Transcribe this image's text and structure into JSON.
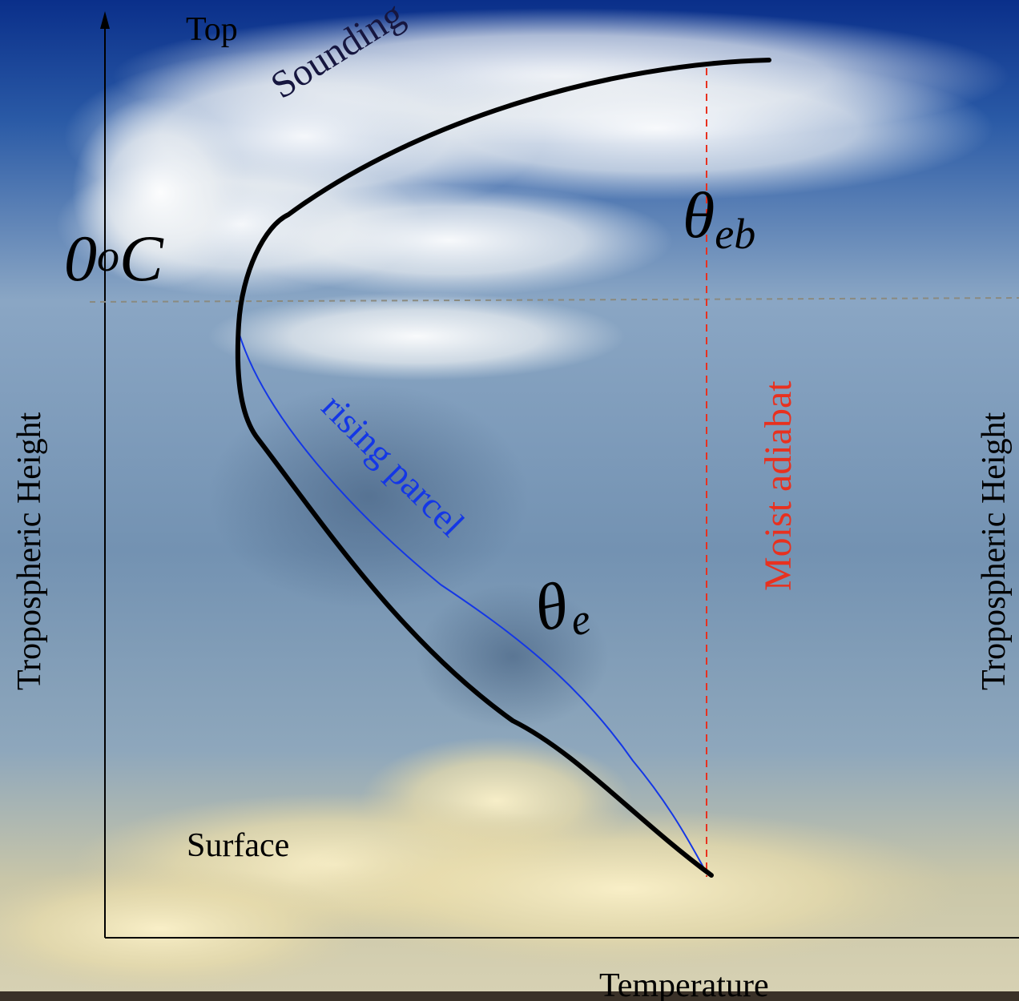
{
  "diagram": {
    "top_label": "Top",
    "surface_label": "Surface",
    "x_axis_label": "Temperature",
    "y_axis_label_left": "Tropospheric Height",
    "y_axis_label_right": "Tropospheric Height",
    "freezing_level_label": {
      "base": "0",
      "sup": "o",
      "tail": "C"
    },
    "sounding_label": "Sounding",
    "rising_parcel_label": "rising parcel",
    "moist_adiabat_label": "Moist adiabat",
    "theta_eb_label": {
      "base": "θ",
      "sub": "eb"
    },
    "theta_e_label": {
      "base": "θ",
      "sub": "e"
    }
  },
  "colors": {
    "sky_top": "#0a2f8a",
    "sky_mid": "#7f9dbb",
    "cloud": "#f4f4f0",
    "warm_cloud": "#ddd3a3",
    "sounding_line": "#000000",
    "parcel_line": "#1437e6",
    "moist_adiabat_line": "#e8311f",
    "freezing_line": "#8a8a80"
  }
}
